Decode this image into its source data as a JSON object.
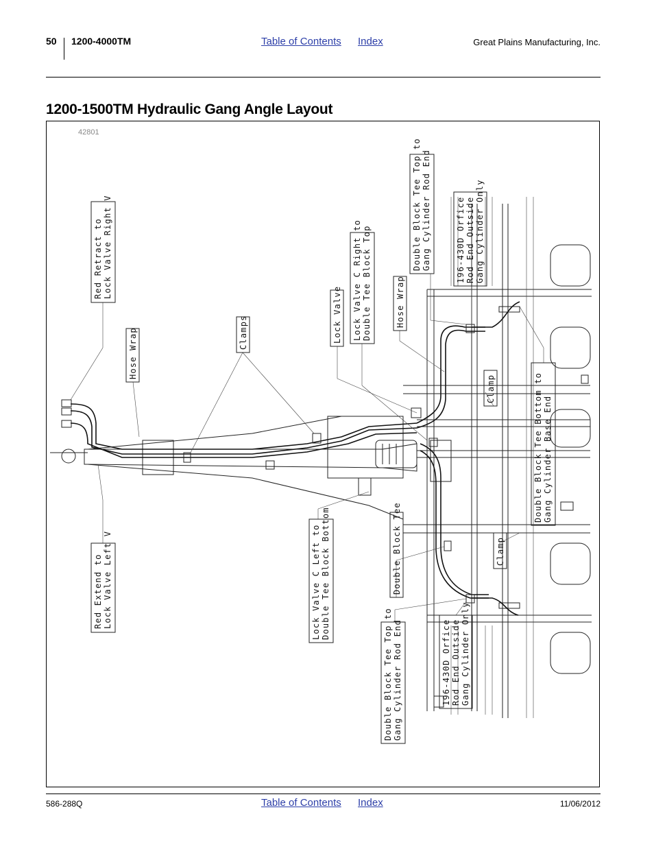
{
  "header": {
    "page_number": "50",
    "model": "1200-4000TM",
    "toc_link": "Table of Contents",
    "index_link": "Index",
    "company": "Great Plains Manufacturing, Inc."
  },
  "title": "1200-1500TM Hydraulic Gang Angle Layout",
  "figure": {
    "number": "42801",
    "labels": {
      "red_retract": [
        "Red Retract to",
        "Lock Valve Right V"
      ],
      "hose_wrap_left": [
        "Hose Wrap"
      ],
      "clamps": [
        "Clamps"
      ],
      "lock_valve": [
        "Lock Valve"
      ],
      "lock_valve_c_right": [
        "Lock Valve C Right to",
        "Double Tee Block Top"
      ],
      "hose_wrap_right": [
        "Hose Wrap"
      ],
      "double_block_tee_top_upper": [
        "Double Block Tee Top to",
        "Gang Cylinder Rod End"
      ],
      "orifice_upper": [
        "196-430D Orfice",
        "Rod End Outside",
        "Gang Cylinder Only"
      ],
      "clamp_upper": [
        "Clamp"
      ],
      "double_block_tee_bottom": [
        "Double Block Tee Bottom to",
        "Gang Cylinder Base End"
      ],
      "red_extend": [
        "Red Extend to",
        "Lock Valve Left V"
      ],
      "lock_valve_c_left": [
        "Lock Valve C Left to",
        "Double Tee Block Bottom"
      ],
      "double_block_tee": [
        "Double Block Tee"
      ],
      "clamp_lower": [
        "Clamp"
      ],
      "orifice_lower": [
        "196-430D Orfice",
        "Rod End Outside",
        "Gang Cylinder Only"
      ],
      "double_block_tee_top_lower": [
        "Double Block Tee Top to",
        "Gang Cylinder Rod End"
      ]
    }
  },
  "footer": {
    "doc_number": "586-288Q",
    "toc_link": "Table of Contents",
    "index_link": "Index",
    "date": "11/06/2012"
  }
}
